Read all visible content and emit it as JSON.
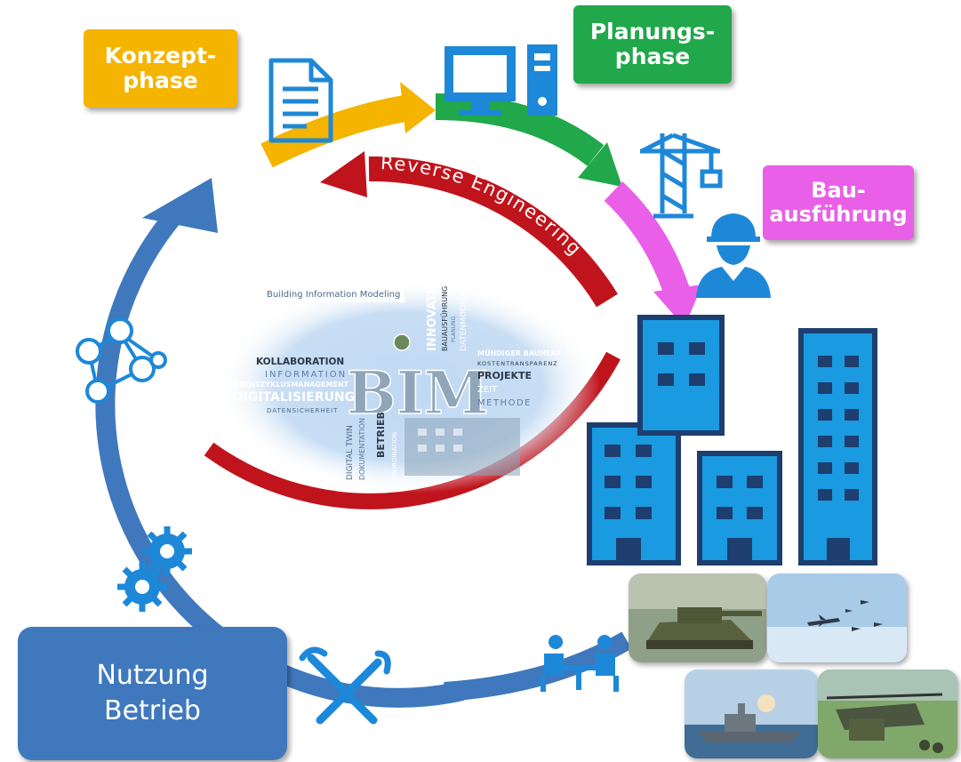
{
  "phases": {
    "konzept": "Konzept-\nphase",
    "planung": "Planungs-\nphase",
    "bau": "Bau-\nausführung",
    "nutzung": "Nutzung\nBetrieb"
  },
  "reverse_label": "Reverse Engineering",
  "bim_cloud": {
    "header": "Building Information Modeling",
    "logo": "BIM",
    "words": {
      "kollaboration": "KOLLABORATION",
      "information": "INFORMATION",
      "lebenszyklus": "LEBENSZYKLUSMANAGEMENT",
      "digitalisierung": "DIGITALISIERUNG",
      "datensicherheit": "DATENSICHERHEIT",
      "innovation": "INNOVATION",
      "bauausfuehrung": "BAUAUSFÜHRUNG",
      "datenmodell": "DATENMODELL",
      "planung": "PLANUNG",
      "muendiger": "MÜNDIGER BAUHERR",
      "kostentransparenz": "KOSTENTRANSPARENZ",
      "projekte": "PROJEKTE",
      "zeit": "ZEIT",
      "methode": "METHODE",
      "digital_twin": "DIGITAL TWIN",
      "betrieb": "BETRIEB",
      "dokumentation": "DOKUMENTATION",
      "koordination": "KOORDINATION"
    }
  },
  "colors": {
    "konzept": "#f4b400",
    "planung": "#20a84a",
    "bau": "#ea5fe7",
    "nutzung": "#3f78bd",
    "reverse": "#c0141c",
    "icon_blue": "#1e88d8",
    "building": "#1a9ae0"
  },
  "icons": [
    "document-icon",
    "computer-icon",
    "crane-icon",
    "worker-icon",
    "network-icon",
    "gears-icon",
    "tools-icon",
    "meeting-icon"
  ],
  "photos": [
    "tank-photo",
    "aircraft-photo",
    "ship-photo",
    "helicopter-photo"
  ]
}
